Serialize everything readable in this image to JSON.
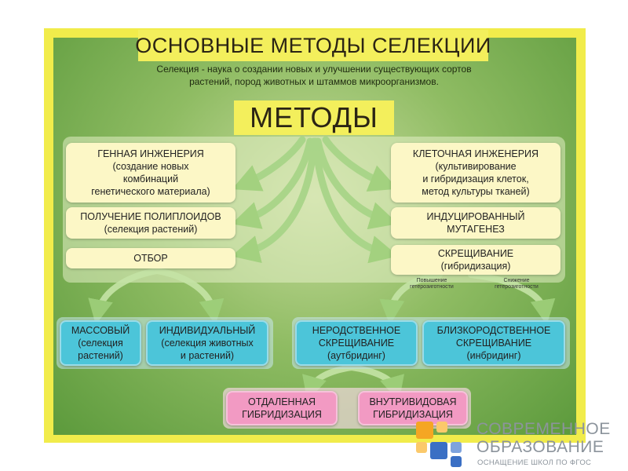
{
  "title": "ОСНОВНЫЕ МЕТОДЫ СЕЛЕКЦИИ",
  "intro_line1": "Селекция - наука о создании новых и улучшении существующих сортов",
  "intro_line2": "растений, пород животных и штаммов микроорганизмов.",
  "methods_heading": "МЕТОДЫ",
  "left_methods": {
    "genetic": "ГЕННАЯ  ИНЖЕНЕРИЯ\n(создание новых\nкомбинаций\nгенетического материала)",
    "polyploids": "ПОЛУЧЕНИЕ ПОЛИПЛОИДОВ\n(селекция растений)",
    "selection": "ОТБОР"
  },
  "right_methods": {
    "cell": "КЛЕТОЧНАЯ ИНЖЕНЕРИЯ\n(культивирование\nи гибридизация клеток,\nметод культуры тканей)",
    "mutagenesis": "ИНДУЦИРОВАННЫЙ\nМУТАГЕНЕЗ",
    "crossing": "СКРЕЩИВАНИЕ\n(гибридизация)"
  },
  "selection_types": {
    "mass": "МАССОВЫЙ\n(селекция\nрастений)",
    "individual": "ИНДИВИДУАЛЬНЫЙ\n(селекция животных\nи растений)"
  },
  "crossing_types": {
    "outbreeding": "НЕРОДСТВЕННОЕ\nСКРЕЩИВАНИЕ\n(аутбридинг)",
    "inbreeding": "БЛИЗКОРОДСТВЕННОЕ\nСКРЕЩИВАНИЕ\n(инбридинг)",
    "increase_label": "Повышение\nгетерозиготности",
    "decrease_label": "Снижение\nгетерозиготности"
  },
  "hybridization": {
    "distant": "ОТДАЛЕННАЯ\nГИБРИДИЗАЦИЯ",
    "intraspecific": "ВНУТРИВИДОВАЯ\nГИБРИДИЗАЦИЯ"
  },
  "logo": {
    "line1": "СОВРЕМЕННОЕ",
    "line2": "ОБРАЗОВАНИЕ",
    "line3": "ОСНАЩЕНИЕ ШКОЛ ПО ФГОС"
  },
  "colors": {
    "frame_yellow": "#f1ec4b",
    "board_green": "#8fbc63",
    "box_cream": "#fcf7c6",
    "box_cyan": "#4cc5d9",
    "box_pink": "#f29ac3",
    "logo_orange": "#f5a623",
    "logo_blue": "#3a6fc4"
  }
}
